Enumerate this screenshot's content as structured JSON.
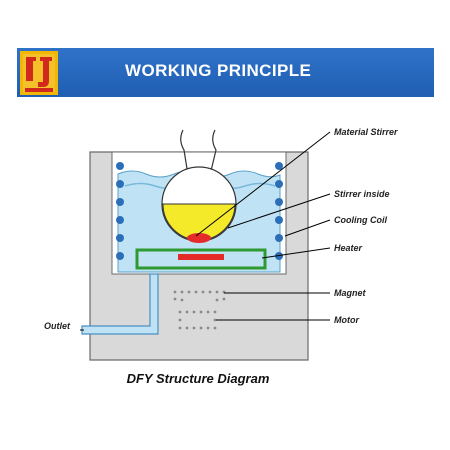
{
  "header": {
    "title": "WORKING PRINCIPLE",
    "logo_icon": "yellow-j-brand-logo",
    "banner_color": "#2466bd"
  },
  "diagram": {
    "labels": {
      "material_stirrer": "Material Stirrer",
      "stirrer_inside": "Stirrer inside",
      "cooling_coil": "Cooling Coil",
      "heater": "Heater",
      "magnet": "Magnet",
      "motor": "Motor",
      "outlet": "Outlet"
    },
    "caption": "DFY  Structure Diagram",
    "colors": {
      "housing": "#d9d9d9",
      "liquid": "#bfe3f5",
      "flask_fill": "#f4ea2a",
      "stir_bar": "#e52a2a",
      "heater_plate": "#2f9a2f",
      "leader_lines": "#000000"
    }
  }
}
